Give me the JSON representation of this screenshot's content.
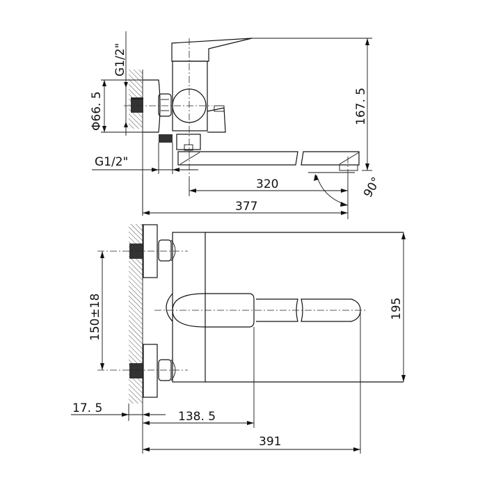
{
  "drawing": {
    "title": "Wall-mounted bath mixer dimension drawing",
    "units": "mm",
    "views": [
      "side-view",
      "top-view"
    ],
    "line_color": "#111111",
    "background": "#ffffff"
  },
  "side_view": {
    "dimensions": {
      "inlet_thread_vertical": "G1/2\"",
      "escutcheon_diameter": "Φ66. 5",
      "outlet_thread": "G1/2\"",
      "total_height": "167. 5",
      "spout_length": "320",
      "wall_to_spout_end": "377",
      "spout_swivel_angle": "90°"
    }
  },
  "top_view": {
    "dimensions": {
      "inlet_centers": "150±18",
      "overall_depth": "195",
      "wall_offset": "17. 5",
      "wall_to_handle": "138. 5",
      "overall_length": "391"
    }
  }
}
